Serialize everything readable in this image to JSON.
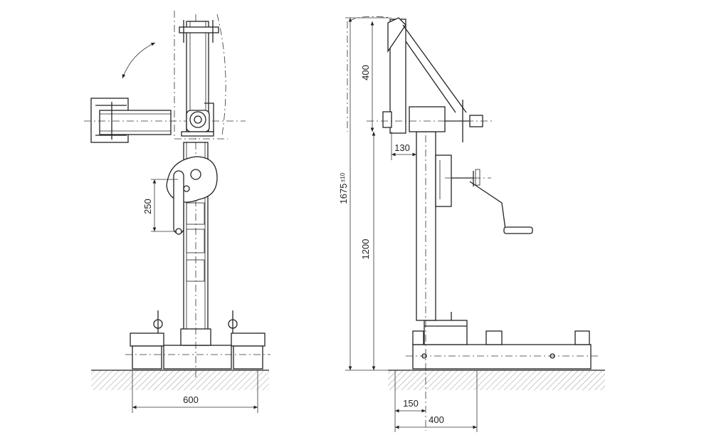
{
  "drawing": {
    "front_view": {
      "dim_width": "600",
      "dim_crank": "250"
    },
    "side_view": {
      "dim_total_height": "1675",
      "dim_tolerance": "±10",
      "dim_column_height": "1200",
      "dim_arm_height": "400",
      "dim_offset": "130",
      "dim_base_offset": "150",
      "dim_base_depth": "400"
    }
  }
}
